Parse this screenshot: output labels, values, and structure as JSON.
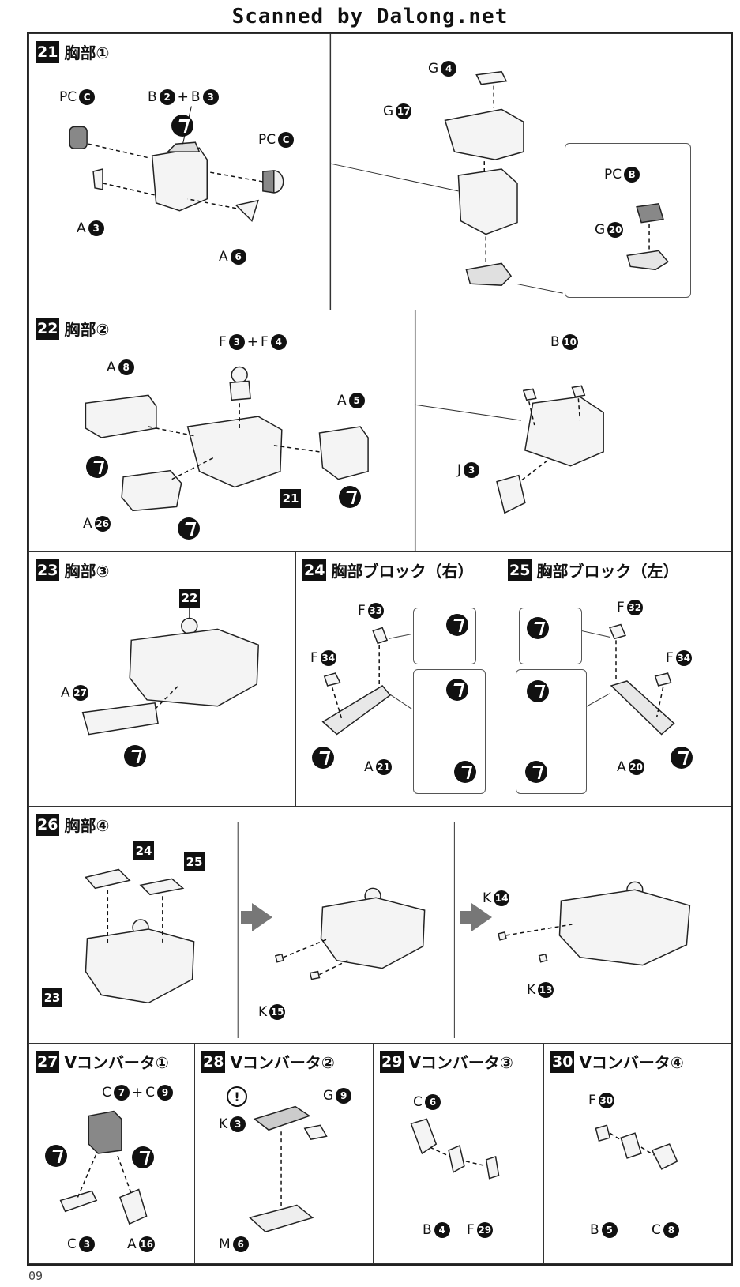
{
  "header": {
    "scan_credit": "Scanned by Dalong.net"
  },
  "page_number": "09",
  "steps": [
    {
      "num": "21",
      "title": "胸部①"
    },
    {
      "num": "22",
      "title": "胸部②"
    },
    {
      "num": "23",
      "title": "胸部③"
    },
    {
      "num": "24",
      "title": "胸部ブロック（右）"
    },
    {
      "num": "25",
      "title": "胸部ブロック（左）"
    },
    {
      "num": "26",
      "title": "胸部④"
    },
    {
      "num": "27",
      "title": "Vコンバータ①"
    },
    {
      "num": "28",
      "title": "Vコンバータ②"
    },
    {
      "num": "29",
      "title": "Vコンバータ③"
    },
    {
      "num": "30",
      "title": "Vコンバータ④"
    }
  ],
  "labels": {
    "s21": {
      "pc_c1_a": "PC",
      "pc_c1_b": "C",
      "b2b3_a": "B",
      "b2": "2",
      "plus": "+",
      "b3_a": "B",
      "b3": "3",
      "pc_c2_a": "PC",
      "pc_c2_b": "C",
      "a3_a": "A",
      "a3": "3",
      "a6_a": "A",
      "a6": "6",
      "g4_a": "G",
      "g4": "4",
      "g17_a": "G",
      "g17": "17",
      "pcb_a": "PC",
      "pcb_b": "B",
      "g20_a": "G",
      "g20": "20"
    },
    "s22": {
      "a8_a": "A",
      "a8": "8",
      "f3_a": "F",
      "f3": "3",
      "plus": "+",
      "f4_a": "F",
      "f4": "4",
      "a5_a": "A",
      "a5": "5",
      "a26_a": "A",
      "a26": "26",
      "ref21": "21",
      "b10_a": "B",
      "b10": "10",
      "j3_a": "J",
      "j3": "3"
    },
    "s23": {
      "ref22": "22",
      "a27_a": "A",
      "a27": "27"
    },
    "s24": {
      "f33_a": "F",
      "f33": "33",
      "f34_a": "F",
      "f34": "34",
      "a21_a": "A",
      "a21": "21"
    },
    "s25": {
      "f32_a": "F",
      "f32": "32",
      "f34_a": "F",
      "f34": "34",
      "a20_a": "A",
      "a20": "20"
    },
    "s26": {
      "ref24": "24",
      "ref25": "25",
      "ref23": "23",
      "k15_a": "K",
      "k15": "15",
      "k14_a": "K",
      "k14": "14",
      "k13_a": "K",
      "k13": "13"
    },
    "s27": {
      "c7_a": "C",
      "c7": "7",
      "plus": "+",
      "c9_a": "C",
      "c9": "9",
      "c3_a": "C",
      "c3": "3",
      "a16_a": "A",
      "a16": "16"
    },
    "s28": {
      "excl": "!",
      "k3_a": "K",
      "k3": "3",
      "g9_a": "G",
      "g9": "9",
      "m6_a": "M",
      "m6": "6"
    },
    "s29": {
      "c6_a": "C",
      "c6": "6",
      "b4_a": "B",
      "b4": "4",
      "f29_a": "F",
      "f29": "29"
    },
    "s30": {
      "f30_a": "F",
      "f30": "30",
      "b5_a": "B",
      "b5": "5",
      "c8_a": "C",
      "c8": "8"
    }
  }
}
